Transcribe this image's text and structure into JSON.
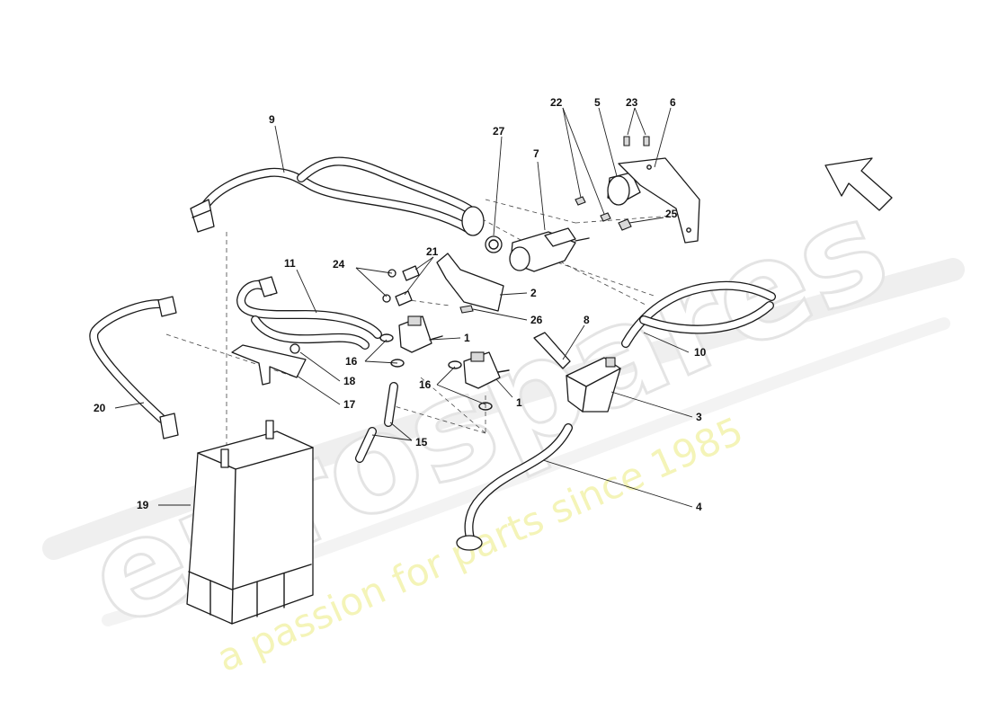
{
  "watermark": {
    "brand": "eurospares",
    "tagline": "a passion for parts since 1985"
  },
  "callouts": [
    {
      "id": "c9",
      "text": "9"
    },
    {
      "id": "c27",
      "text": "27"
    },
    {
      "id": "c7",
      "text": "7"
    },
    {
      "id": "c22",
      "text": "22"
    },
    {
      "id": "c5",
      "text": "5"
    },
    {
      "id": "c23",
      "text": "23"
    },
    {
      "id": "c6",
      "text": "6"
    },
    {
      "id": "c25",
      "text": "25"
    },
    {
      "id": "c11",
      "text": "11"
    },
    {
      "id": "c24",
      "text": "24"
    },
    {
      "id": "c21",
      "text": "21"
    },
    {
      "id": "c2",
      "text": "2"
    },
    {
      "id": "c26",
      "text": "26"
    },
    {
      "id": "c8",
      "text": "8"
    },
    {
      "id": "c10",
      "text": "10"
    },
    {
      "id": "c1a",
      "text": "1"
    },
    {
      "id": "c16a",
      "text": "16"
    },
    {
      "id": "c18",
      "text": "18"
    },
    {
      "id": "c17",
      "text": "17"
    },
    {
      "id": "c16b",
      "text": "16"
    },
    {
      "id": "c1b",
      "text": "1"
    },
    {
      "id": "c3",
      "text": "3"
    },
    {
      "id": "c15",
      "text": "15"
    },
    {
      "id": "c20",
      "text": "20"
    },
    {
      "id": "c19",
      "text": "19"
    },
    {
      "id": "c4",
      "text": "4"
    }
  ],
  "icons": {
    "orientation_arrow": "direction-arrow-icon"
  }
}
